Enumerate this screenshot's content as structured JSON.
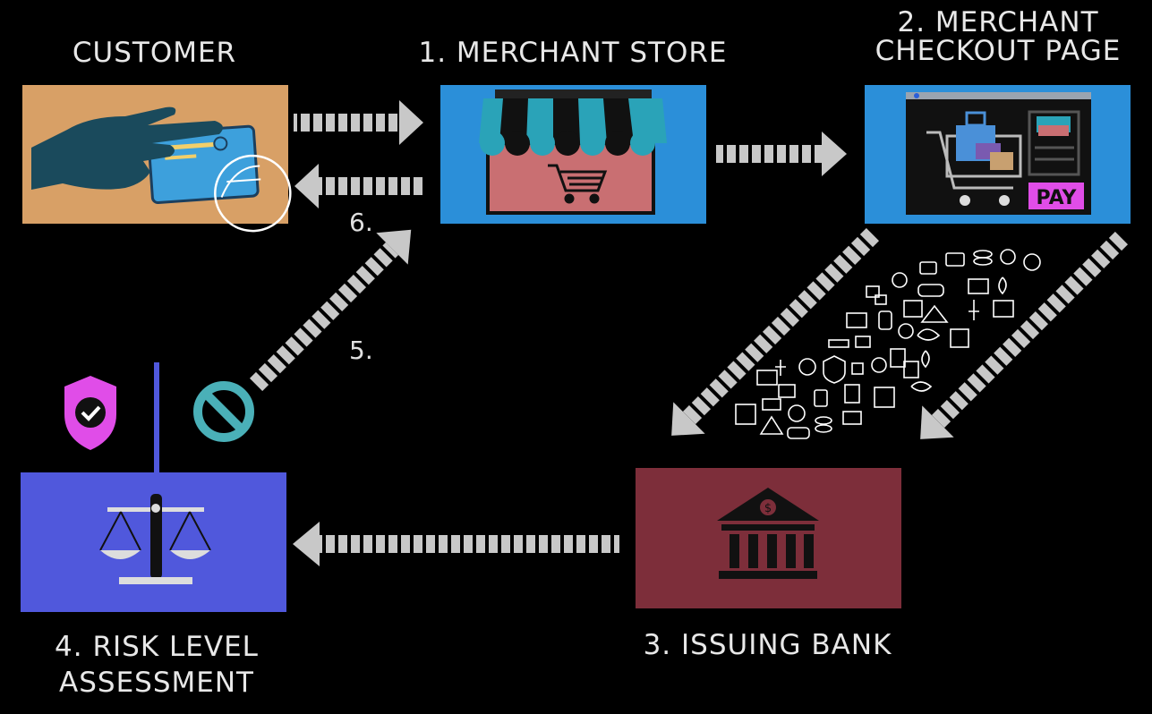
{
  "labels": {
    "customer": "CUSTOMER",
    "merchant_store": "1. MERCHANT STORE",
    "checkout_line1": "2. MERCHANT",
    "checkout_line2": "CHECKOUT PAGE",
    "bank": "3. ISSUING BANK",
    "risk_line1": "4. RISK LEVEL",
    "risk_line2": "ASSESSMENT"
  },
  "steps": {
    "five": "5.",
    "six": "6."
  },
  "pay_button": "PAY",
  "colors": {
    "customer_box": "#d8a066",
    "store_box": "#2b8fd9",
    "checkout_box": "#2b8fd9",
    "bank_box": "#7d2e3a",
    "risk_box": "#5058dc",
    "arrow": "#c8c8c8",
    "shield": "#e04de8",
    "block_sign": "#4ab0b8"
  },
  "icons": [
    "hand-card-icon",
    "storefront-icon",
    "shopping-cart-icon",
    "checkout-screen-icon",
    "data-icons-cloud",
    "bank-icon",
    "scale-icon",
    "shield-check-icon",
    "block-icon"
  ]
}
